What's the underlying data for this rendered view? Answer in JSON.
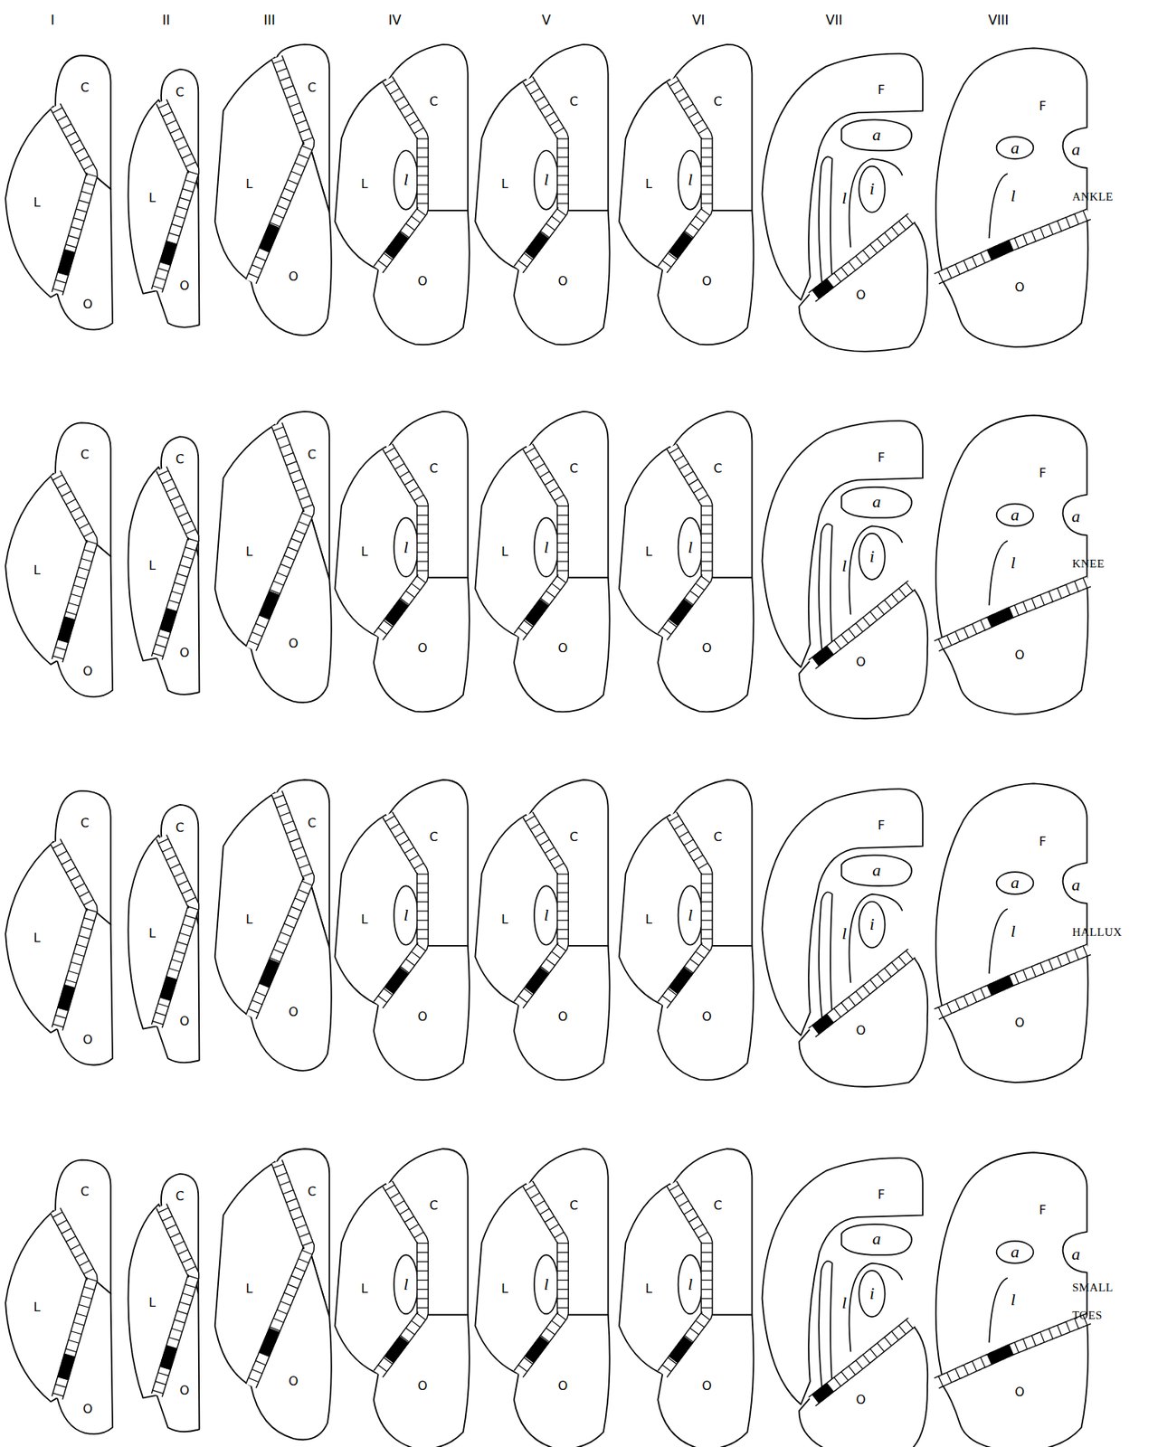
{
  "diagram": {
    "labels": [
      "I",
      "II",
      "III",
      "IV",
      "V",
      "VI",
      "VII",
      "VIII",
      "L",
      "C",
      "O",
      "L",
      "C",
      "O",
      "L",
      "C",
      "O",
      "L",
      "C",
      "l",
      "O",
      "L",
      "C",
      "l",
      "O",
      "L",
      "C",
      "l",
      "O",
      "F",
      "a",
      "l",
      "i",
      "O",
      "F",
      "a",
      "a",
      "l",
      "O",
      "ANKLE",
      "L",
      "C",
      "O",
      "L",
      "C",
      "O",
      "L",
      "C",
      "O",
      "L",
      "C",
      "l",
      "O",
      "L",
      "C",
      "l",
      "O",
      "L",
      "C",
      "l",
      "O",
      "F",
      "a",
      "l",
      "i",
      "O",
      "F",
      "a",
      "a",
      "l",
      "O",
      "KNEE",
      "L",
      "C",
      "O",
      "L",
      "C",
      "O",
      "L",
      "C",
      "O",
      "L",
      "C",
      "l",
      "O",
      "L",
      "C",
      "l",
      "O",
      "L",
      "C",
      "l",
      "O",
      "F",
      "a",
      "l",
      "i",
      "O",
      "F",
      "a",
      "a",
      "l",
      "O",
      "HALLUX",
      "L",
      "C",
      "O",
      "L",
      "C",
      "O",
      "L",
      "C",
      "O",
      "L",
      "C",
      "l",
      "O",
      "L",
      "C",
      "l",
      "O",
      "L",
      "C",
      "l",
      "O",
      "F",
      "a",
      "l",
      "i",
      "O",
      "F",
      "a",
      "a",
      "l",
      "O",
      "SMALL TOES"
    ]
  }
}
